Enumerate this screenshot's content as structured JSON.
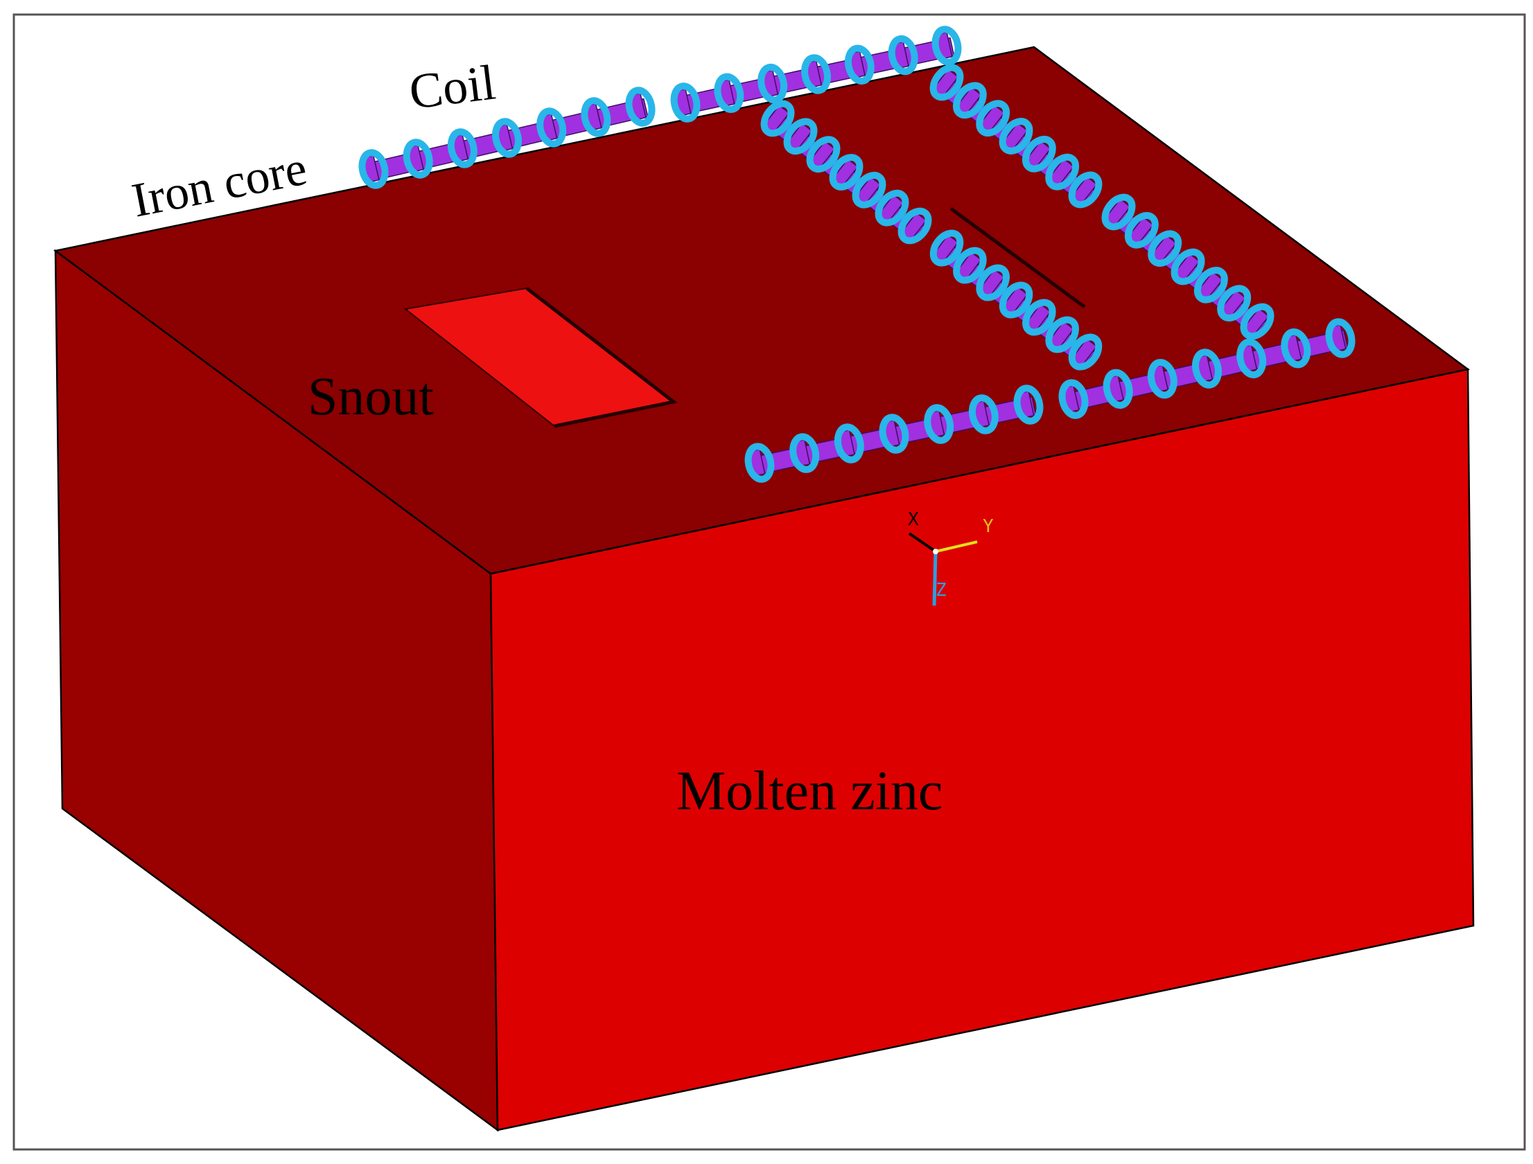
{
  "labels": {
    "coil": "Coil",
    "iron_core": "Iron core",
    "snout": "Snout",
    "molten_zinc": "Molten zinc"
  },
  "axes": {
    "x": "X",
    "y": "Y",
    "z": "Z"
  },
  "colors": {
    "top_face": "#8b0000",
    "front_face": "#dd0000",
    "left_face": "#990000",
    "snout_opening": "#ee1111",
    "iron_core": "#a030e0",
    "coil": "#29b6e8",
    "axis_x": "#000000",
    "axis_y": "#e0e020",
    "axis_z": "#29a0e0"
  }
}
